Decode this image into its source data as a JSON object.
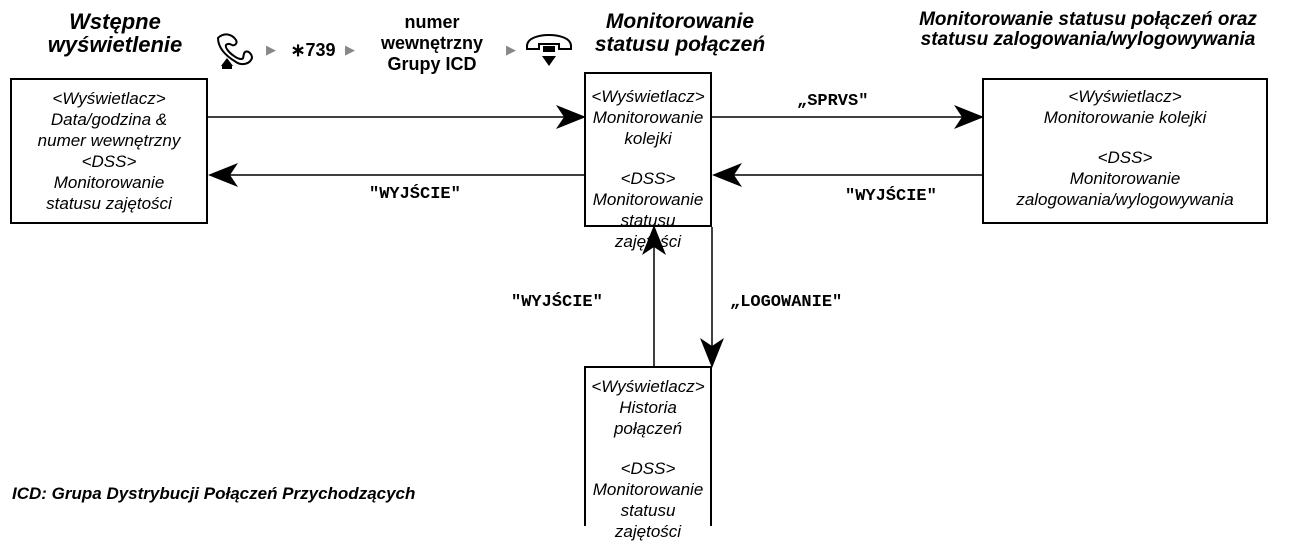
{
  "titles": {
    "initial_line1": "Wstępne",
    "initial_line2": "wyświetlenie",
    "monitoring_line1": "Monitorowanie",
    "monitoring_line2": "statusu połączeń",
    "login_line1": "Monitorowanie statusu połączeń oraz",
    "login_line2": "statusu zalogowania/wylogowywania"
  },
  "sequence": {
    "code": "∗739",
    "extension_line1": "numer",
    "extension_line2": "wewnętrzny",
    "extension_line3": "Grupy ICD",
    "offhook_icon": "handset-offhook-icon",
    "onhook_icon": "handset-onhook-icon"
  },
  "boxes": {
    "initial": [
      "<Wyświetlacz>",
      "Data/godzina &",
      "numer wewnętrzny",
      "<DSS>",
      "Monitorowanie",
      "statusu zajętości"
    ],
    "monitoring_display": [
      "<Wyświetlacz>",
      "Monitorowanie kolejki"
    ],
    "monitoring_dss": [
      "<DSS>",
      "Monitorowanie",
      "statusu zajętości"
    ],
    "login_display": [
      "<Wyświetlacz>",
      "Monitorowanie kolejki"
    ],
    "login_dss": [
      "<DSS>",
      "Monitorowanie",
      "zalogowania/wylogowywania"
    ],
    "history_display": [
      "<Wyświetlacz>",
      "Historia połączeń"
    ],
    "history_dss": [
      "<DSS>",
      "Monitorowanie",
      "statusu zajętości"
    ]
  },
  "arrow_labels": {
    "exit_to_initial": "\"WYJŚCIE\"",
    "sprvs": "„SPRVS\"",
    "exit_from_login": "\"WYJŚCIE\"",
    "exit_from_history": "\"WYJŚCIE\"",
    "logging": "„LOGOWANIE\""
  },
  "footnote": "ICD: Grupa Dystrybucji Połączeń Przychodzących"
}
